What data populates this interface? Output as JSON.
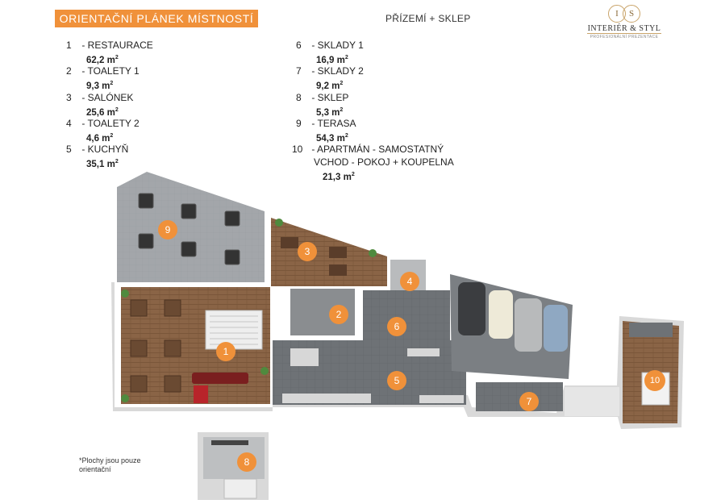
{
  "header": {
    "title": "ORIENTAČNÍ PLÁNEK MÍSTNOSTÍ",
    "floor": "PŘÍZEMÍ + SKLEP"
  },
  "logo": {
    "left_letter": "I",
    "amp": "&",
    "right_letter": "S",
    "name": "INTERIÉR & STYL",
    "tagline": "PROFESIONÁLNÍ PREZENTACE"
  },
  "rooms": [
    {
      "num": "1",
      "name": "- RESTAURACE",
      "area": "62,2 m",
      "unit_sup": "2"
    },
    {
      "num": "2",
      "name": "- TOALETY 1",
      "area": "9,3 m",
      "unit_sup": "2"
    },
    {
      "num": "3",
      "name": "- SALÓNEK",
      "area": "25,6 m",
      "unit_sup": "2"
    },
    {
      "num": "4",
      "name": "- TOALETY 2",
      "area": "4,6 m",
      "unit_sup": "2"
    },
    {
      "num": "5",
      "name": "- KUCHYŇ",
      "area": "35,1 m",
      "unit_sup": "2"
    },
    {
      "num": "6",
      "name": "- SKLADY 1",
      "area": "16,9 m",
      "unit_sup": "2"
    },
    {
      "num": "7",
      "name": "- SKLADY 2",
      "area": "9,2 m",
      "unit_sup": "2"
    },
    {
      "num": "8",
      "name": "- SKLEP",
      "area": "5,3 m",
      "unit_sup": "2"
    },
    {
      "num": "9",
      "name": "- TERASA",
      "area": "54,3 m",
      "unit_sup": "2"
    },
    {
      "num": "10",
      "name": "- APARTMÁN - SAMOSTATNÝ",
      "name2": "VCHOD - POKOJ + KOUPELNA",
      "area": "21,3 m",
      "unit_sup": "2"
    }
  ],
  "plan_badges": [
    "1",
    "2",
    "3",
    "4",
    "5",
    "6",
    "7",
    "8",
    "9",
    "10"
  ],
  "note": "*Plochy jsou pouze orientační",
  "colors": {
    "accent": "#f0913a",
    "wood_floor": "#8a6446",
    "tile_floor": "#6e7276",
    "terrace": "#a3a6aa",
    "wall": "#e8e8e8"
  }
}
